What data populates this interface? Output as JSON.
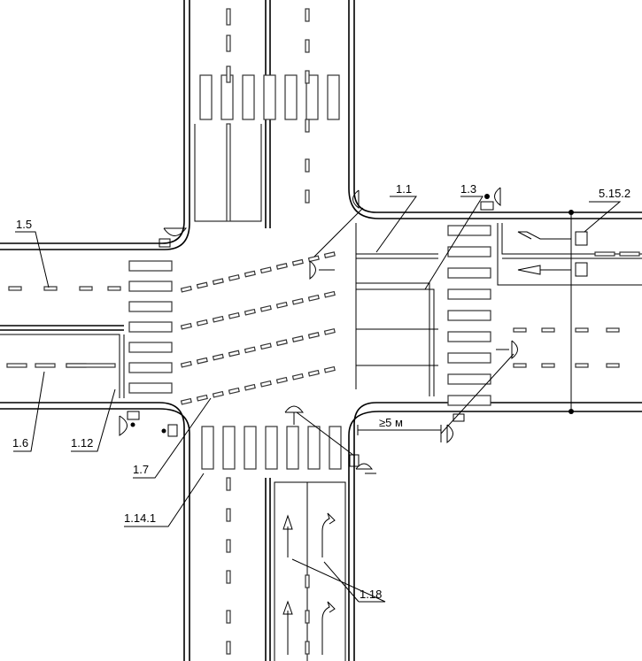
{
  "labels": {
    "m1_1": "1.1",
    "m1_3": "1.3",
    "m1_5": "1.5",
    "m1_6": "1.6",
    "m1_7": "1.7",
    "m1_12": "1.12",
    "m1_14_1": "1.14.1",
    "m1_18": "1.18",
    "s5_15_2": "5.15.2",
    "distance": "≥5 м"
  },
  "icons": [
    "traffic-light-icon",
    "lane-arrow-icon",
    "sign-5-15-2-icon"
  ]
}
